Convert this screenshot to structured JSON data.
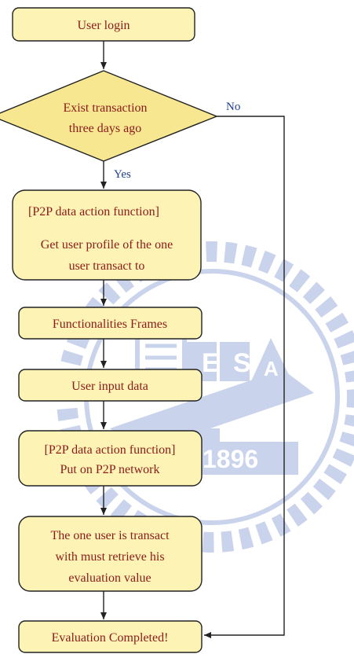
{
  "flowchart": {
    "nodes": {
      "login": [
        "User login"
      ],
      "decision": [
        "Exist transaction",
        "three days ago"
      ],
      "p2p_profile": [
        "[P2P data action function]",
        "Get user profile of the one",
        "user transact to"
      ],
      "frames": [
        "Functionalities Frames"
      ],
      "input": [
        "User input data"
      ],
      "p2p_put": [
        "[P2P data action function]",
        "Put on P2P network"
      ],
      "retrieve": [
        "The one user is transact",
        "with must retrieve his",
        "evaluation value"
      ],
      "completed": [
        "Evaluation Completed!"
      ]
    },
    "edge_labels": {
      "yes": "Yes",
      "no": "No"
    }
  },
  "watermark": {
    "letters": [
      "E",
      "S",
      "A"
    ],
    "year": "1896"
  },
  "colors": {
    "box_fill": "#fdf3b4",
    "decision_fill": "#f7e791",
    "stroke": "#222222",
    "text": "#8b1a1a",
    "edge_label": "#1f3f8f",
    "watermark": "#9fb0de"
  }
}
